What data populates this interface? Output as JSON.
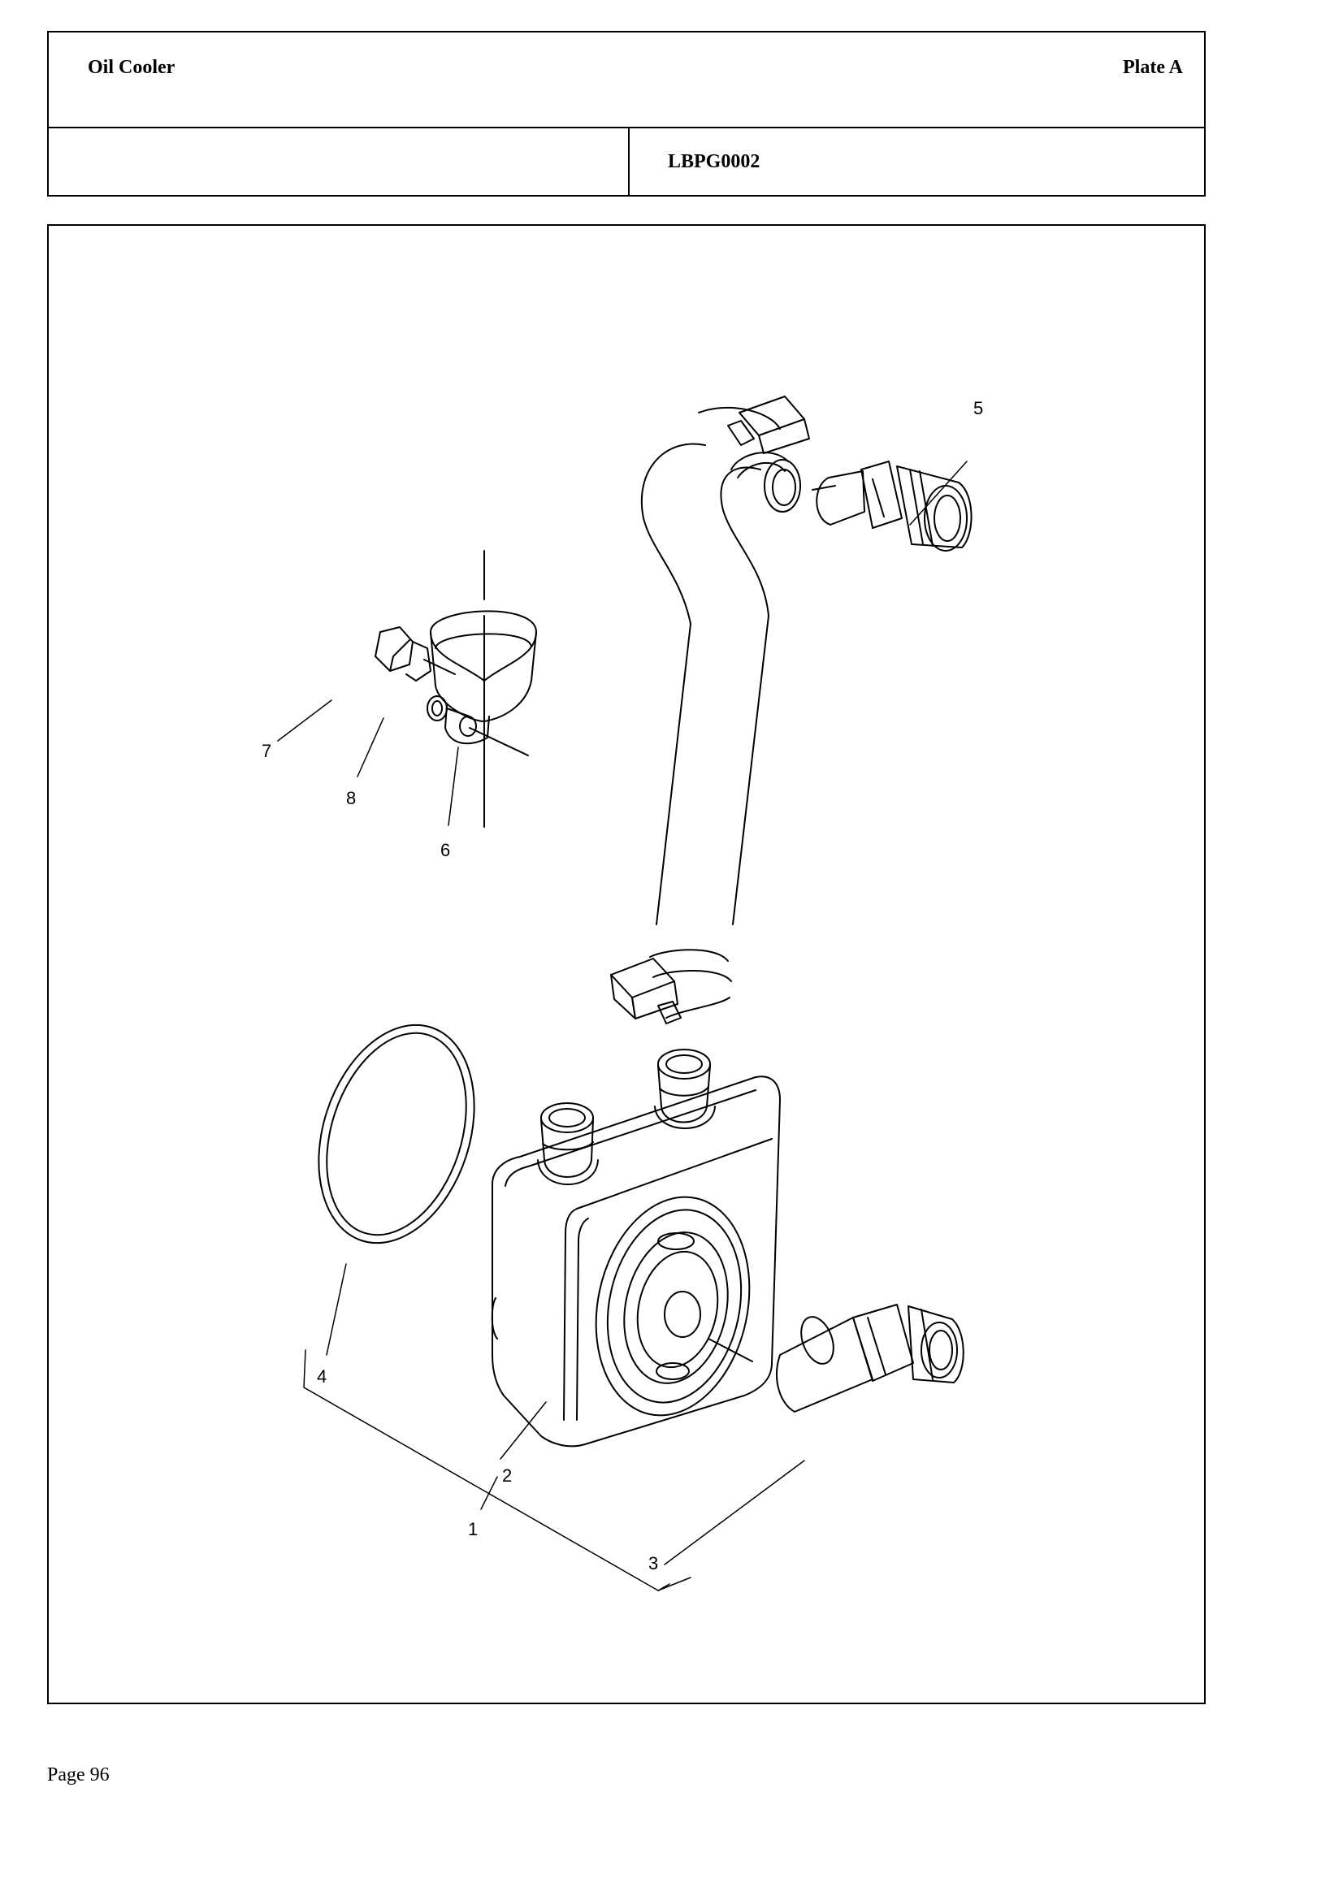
{
  "header": {
    "title": "Oil Cooler",
    "plate": "Plate A",
    "code": "LBPG0002"
  },
  "diagram": {
    "callouts": [
      "1",
      "2",
      "3",
      "4",
      "5",
      "6",
      "7",
      "8"
    ]
  },
  "footer": {
    "page": "Page 96"
  }
}
